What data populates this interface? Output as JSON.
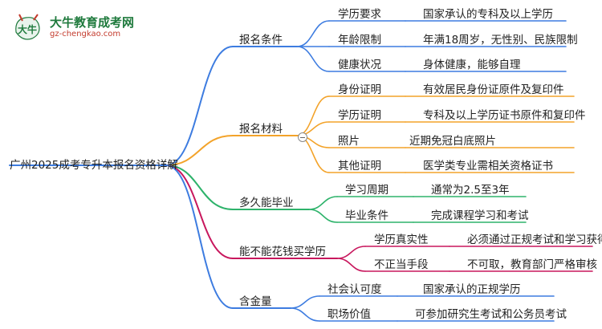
{
  "logo": {
    "title": "大牛教育成考网",
    "url": "gz-chengkao.com",
    "mark": "大牛"
  },
  "colors": {
    "blue": "#3d7ce0",
    "orange": "#f3a32a",
    "green": "#2eb36b",
    "crimson": "#c8175d"
  },
  "root": "广州2025成考专升本报名资格详解",
  "branches": [
    {
      "label": "报名条件",
      "color": "#3d7ce0",
      "children": [
        {
          "key": "学历要求",
          "value": "国家承认的专科及以上学历"
        },
        {
          "key": "年龄限制",
          "value": "年满18周岁，无性别、民族限制"
        },
        {
          "key": "健康状况",
          "value": "身体健康，能够自理"
        }
      ]
    },
    {
      "label": "报名材料",
      "color": "#f3a32a",
      "children": [
        {
          "key": "身份证明",
          "value": "有效居民身份证原件及复印件"
        },
        {
          "key": "学历证明",
          "value": "专科及以上学历证书原件和复印件"
        },
        {
          "key": "照片",
          "value": "近期免冠白底照片"
        },
        {
          "key": "其他证明",
          "value": "医学类专业需相关资格证书"
        }
      ]
    },
    {
      "label": "多久能毕业",
      "color": "#2eb36b",
      "children": [
        {
          "key": "学习周期",
          "value": "通常为2.5至3年"
        },
        {
          "key": "毕业条件",
          "value": "完成课程学习和考试"
        }
      ]
    },
    {
      "label": "能不能花钱买学历",
      "color": "#c8175d",
      "children": [
        {
          "key": "学历真实性",
          "value": "必须通过正规考试和学习获得"
        },
        {
          "key": "不正当手段",
          "value": "不可取，教育部门严格审核"
        }
      ]
    },
    {
      "label": "含金量",
      "color": "#3d7ce0",
      "children": [
        {
          "key": "社会认可度",
          "value": "国家承认的正规学历"
        },
        {
          "key": "职场价值",
          "value": "可参加研究生考试和公务员考试"
        }
      ]
    }
  ]
}
